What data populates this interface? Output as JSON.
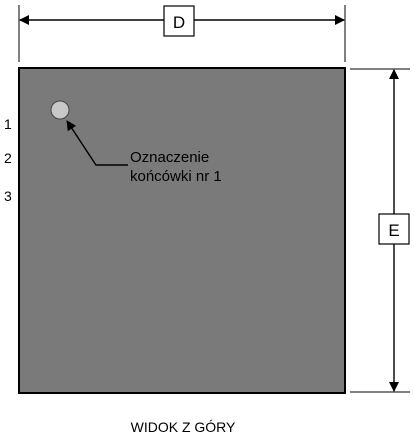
{
  "dimensions": {
    "width_label": "D",
    "height_label": "E"
  },
  "pins": [
    "1",
    "2",
    "3"
  ],
  "annotation": {
    "line1": "Oznaczenie",
    "line2": "końcówki nr 1"
  },
  "caption": "WIDOK Z GÓRY",
  "colors": {
    "package_fill": "#7a7a7a",
    "package_border": "#000000",
    "pin_marker_fill": "#c8c8c8",
    "line": "#000000",
    "background": "#ffffff"
  }
}
